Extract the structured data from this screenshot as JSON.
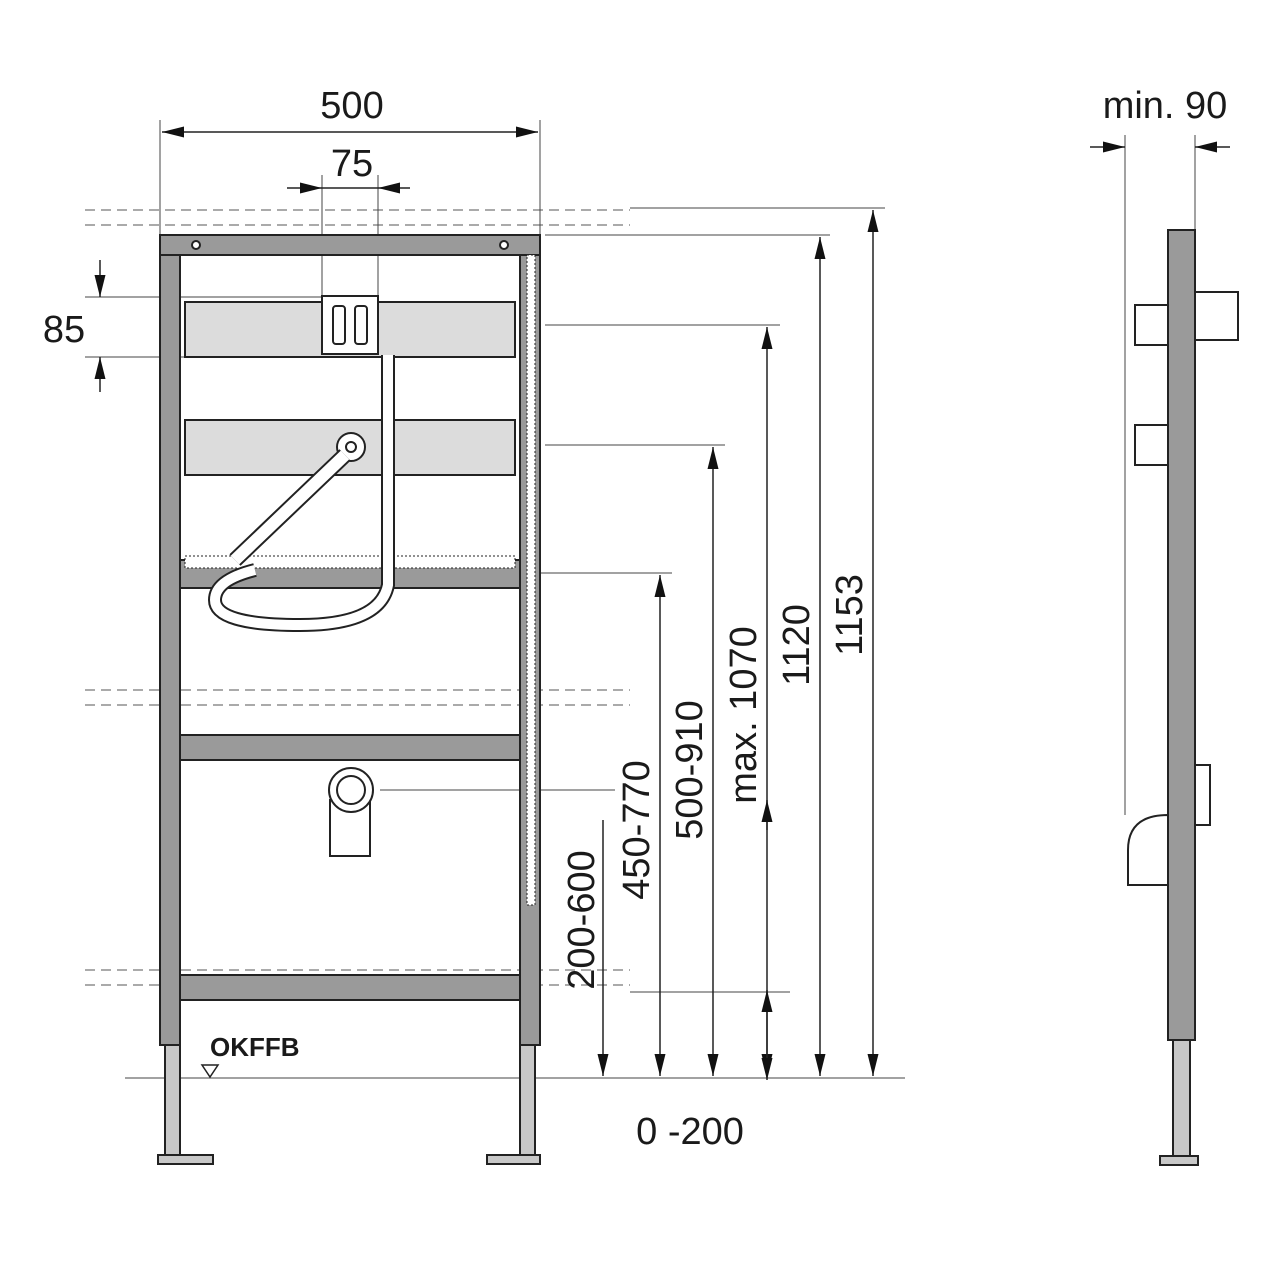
{
  "front_view": {
    "width_label": "500",
    "spacing_label": "75",
    "plate_height_label": "85",
    "floor_label": "OKFFB",
    "heights": {
      "total": "1153",
      "frame": "1120",
      "max_connection": "max. 1070",
      "upper_plate": "500-910",
      "lower_plate": "450-770",
      "drain": "200-600",
      "leg_adjust": "0 -200"
    }
  },
  "side_view": {
    "depth_label": "min. 90"
  }
}
